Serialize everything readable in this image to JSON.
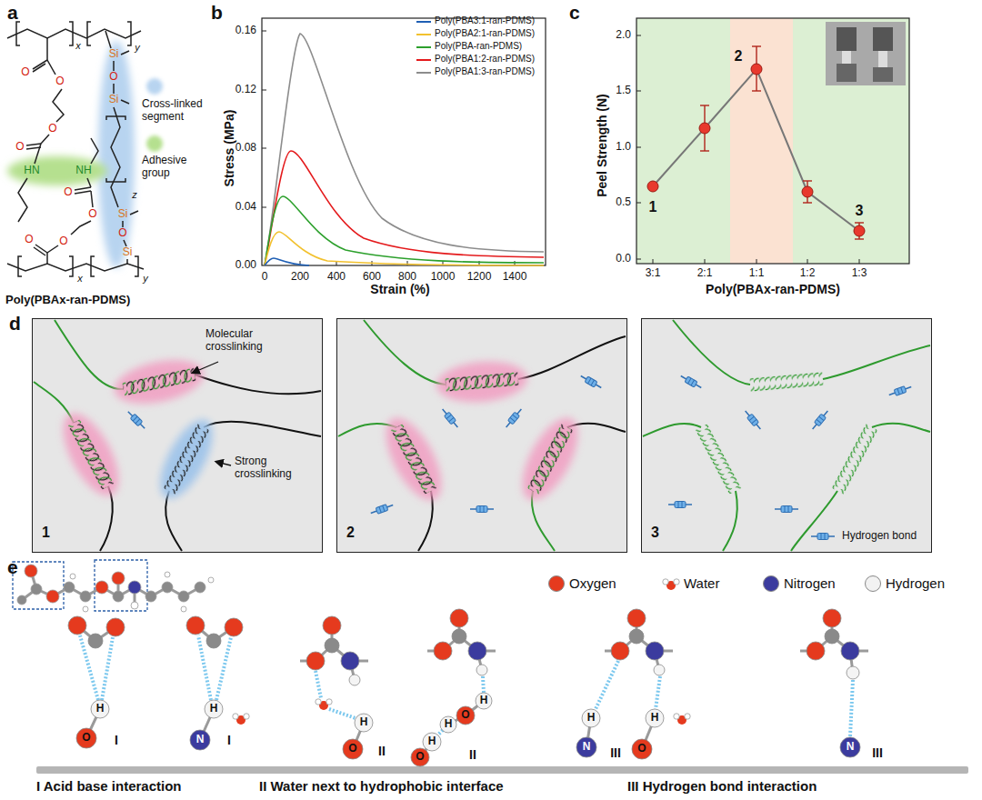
{
  "diagram": {
    "nodes": [
      {
        "text": [
          "Molecular crosslinking",
          "Strong crosslinking",
          "1"
        ]
      },
      {
        "text": [
          "2"
        ]
      },
      {
        "text": [
          "Hydrogen bond",
          "3"
        ]
      }
    ],
    "labels": [
      "a",
      "x",
      "y",
      "O",
      "O",
      "Si",
      "O",
      "Si",
      "O",
      "O",
      "HN",
      "NH",
      "O",
      "O",
      "z",
      "Si",
      "O",
      "Si",
      "O",
      "O",
      "x",
      "y",
      "Poly(PBAx-ran-PDMS)",
      "b",
      "0.16",
      "0.12",
      "0.08",
      "0.04",
      "0.00",
      "0",
      "200",
      "400",
      "600",
      "800",
      "1000",
      "1200",
      "1400",
      "Stress (MPa)",
      "Strain (%)",
      "c",
      "2.0",
      "1.5",
      "1.0",
      "0.5",
      "0.0",
      "3:1",
      "2:1",
      "1:1",
      "1:2",
      "1:3",
      "Peel Strength (N)",
      "Poly(PBAx-ran-PDMS)",
      "1",
      "2",
      "3",
      "d",
      "e",
      "H",
      "O",
      "I",
      "H",
      "N",
      "I",
      "H",
      "O",
      "II",
      "H",
      "O",
      "H",
      "H",
      "O",
      "II",
      "H",
      "N",
      "III",
      "H",
      "O",
      "N",
      "III",
      "I Acid base interaction",
      "II Water next to hydrophobic interface",
      "III Hydrogen bond interaction"
    ],
    "legend": [
      {
        "text": "Cross-linked segment",
        "color": "#b8d4f0"
      },
      {
        "text": "Adhesive group",
        "color": "#b5e08f"
      },
      {
        "text": "Poly(PBA3:1-ran-PDMS)"
      },
      {
        "text": "Poly(PBA2:1-ran-PDMS)"
      },
      {
        "text": "Poly(PBA-ran-PDMS)"
      },
      {
        "text": "Poly(PBA1:2-ran-PDMS)"
      },
      {
        "text": "Poly(PBA1:3-ran-PDMS)"
      },
      {
        "text": "Oxygen",
        "color": "#e53a1e"
      },
      {
        "text": "Water"
      },
      {
        "text": "Nitrogen",
        "color": "#3b3b9e"
      },
      {
        "text": "Hydrogen",
        "color": "#f2f2f2"
      }
    ]
  }
}
